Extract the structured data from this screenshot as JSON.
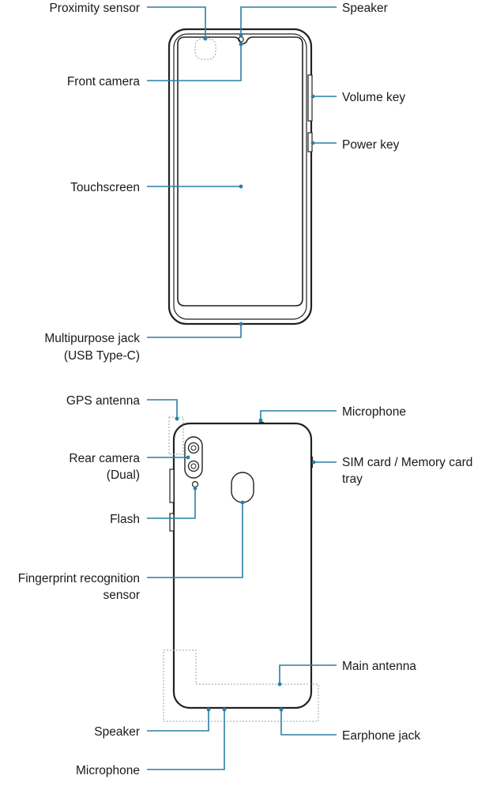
{
  "front_labels": {
    "proximity_sensor": "Proximity sensor",
    "speaker_top": "Speaker",
    "front_camera": "Front camera",
    "volume_key": "Volume key",
    "power_key": "Power key",
    "touchscreen": "Touchscreen",
    "multipurpose_jack_1": "Multipurpose jack",
    "multipurpose_jack_2": "(USB Type-C)"
  },
  "back_labels": {
    "gps_antenna": "GPS antenna",
    "microphone_top": "Microphone",
    "rear_camera_1": "Rear camera",
    "rear_camera_2": "(Dual)",
    "sim_tray_1": "SIM card / Memory card",
    "sim_tray_2": "tray",
    "flash": "Flash",
    "fingerprint_1": "Fingerprint recognition",
    "fingerprint_2": "sensor",
    "main_antenna": "Main antenna",
    "speaker_bottom": "Speaker",
    "earphone_jack": "Earphone jack",
    "microphone_bottom": "Microphone"
  },
  "colors": {
    "leader": "#2a7fa3",
    "outline": "#222222",
    "text": "#1a1a1a"
  }
}
